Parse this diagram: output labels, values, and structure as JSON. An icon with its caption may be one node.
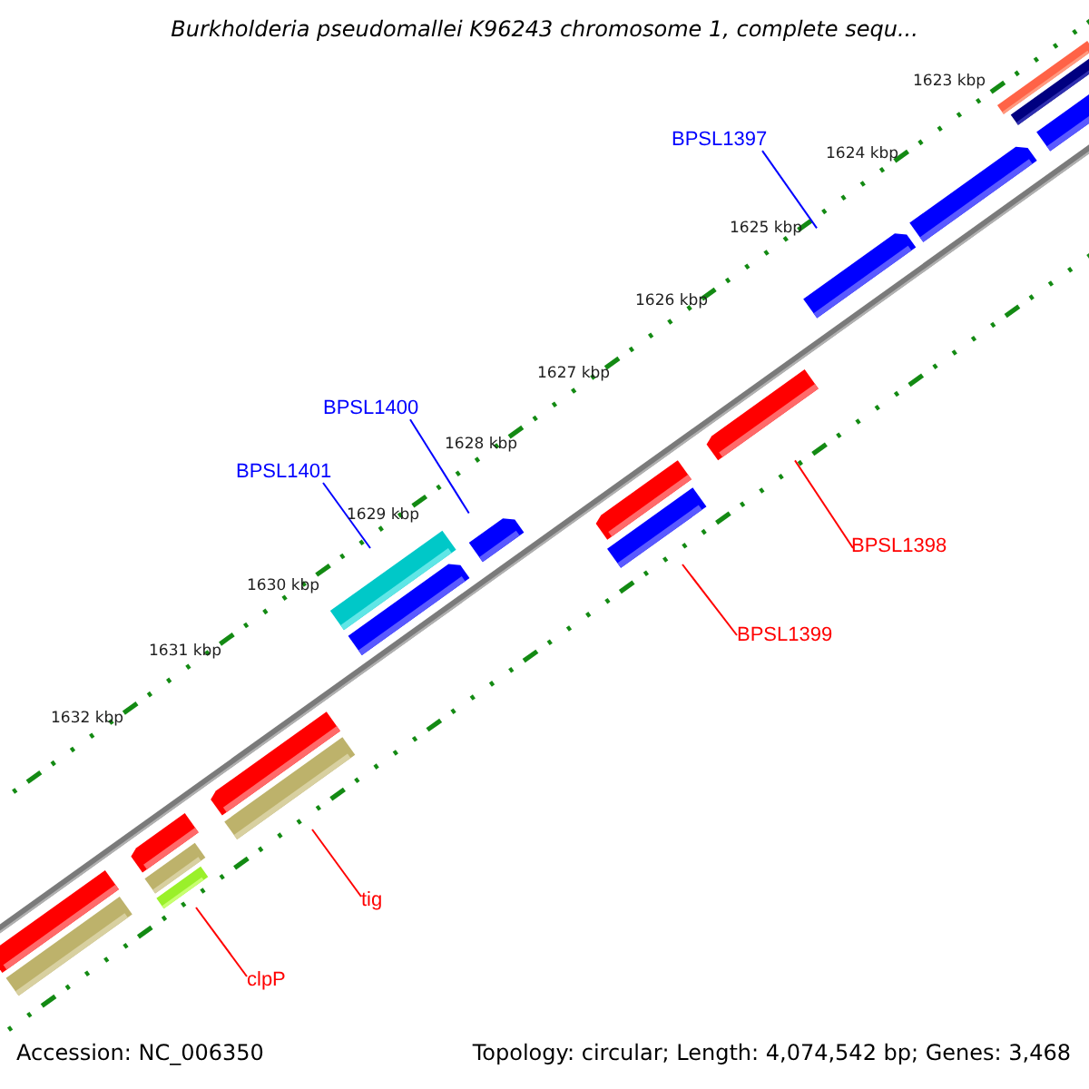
{
  "diagram": {
    "title": "Burkholderia pseudomallei K96243 chromosome 1, complete sequ...",
    "nodes": [
      {
        "text": [],
        "shape": "bar"
      },
      {
        "text": [],
        "shape": "bar"
      },
      {
        "text": [],
        "shape": "bar"
      },
      {
        "text": [
          "BPSL1397"
        ]
      },
      {
        "text": [],
        "shape": "bar"
      },
      {
        "text": [],
        "shape": "bar"
      },
      {
        "text": [],
        "shape": "bar"
      },
      {
        "text": [
          "BPSL1400"
        ]
      },
      {
        "text": [
          "BPSL1401"
        ]
      },
      {
        "text": [],
        "shape": "bar"
      },
      {
        "text": [],
        "shape": "bar"
      },
      {
        "text": [],
        "shape": "bar"
      },
      {
        "text": [],
        "shape": "bar"
      },
      {
        "text": [],
        "shape": "bar"
      },
      {
        "text": [
          "BPSL1398"
        ]
      },
      {
        "text": [
          "BPSL1399"
        ]
      },
      {
        "text": [],
        "shape": "bar"
      },
      {
        "text": [],
        "shape": "bar"
      },
      {
        "text": [],
        "shape": "bar"
      },
      {
        "text": [],
        "shape": "bar"
      },
      {
        "text": [],
        "shape": "bar"
      },
      {
        "text": [],
        "shape": "bar"
      },
      {
        "text": [],
        "shape": "bar"
      },
      {
        "text": [
          "tig"
        ]
      },
      {
        "text": [
          "clpP"
        ]
      }
    ],
    "edges": [
      {
        "from": 3,
        "to": 5,
        "arrow": "none",
        "color": "#0000ff"
      },
      {
        "from": 7,
        "to": 10,
        "arrow": "none",
        "color": "#0000ff"
      },
      {
        "from": 8,
        "to": 12,
        "arrow": "none",
        "color": "#0000ff"
      },
      {
        "from": 14,
        "to": 6,
        "arrow": "none"
      },
      {
        "from": 15,
        "to": 11,
        "arrow": "none"
      },
      {
        "from": 23,
        "to": 17,
        "arrow": "none"
      },
      {
        "from": 24,
        "to": 20,
        "arrow": "none"
      }
    ],
    "labels": [
      "1623 kbp",
      "1624 kbp",
      "1625 kbp",
      "1626 kbp",
      "1627 kbp",
      "1628 kbp",
      "1629 kbp",
      "1630 kbp",
      "1631 kbp",
      "1632 kbp",
      "Accession: NC_006350",
      "Topology: circular; Length: 4,074,542 bp; Genes: 3,468"
    ]
  }
}
